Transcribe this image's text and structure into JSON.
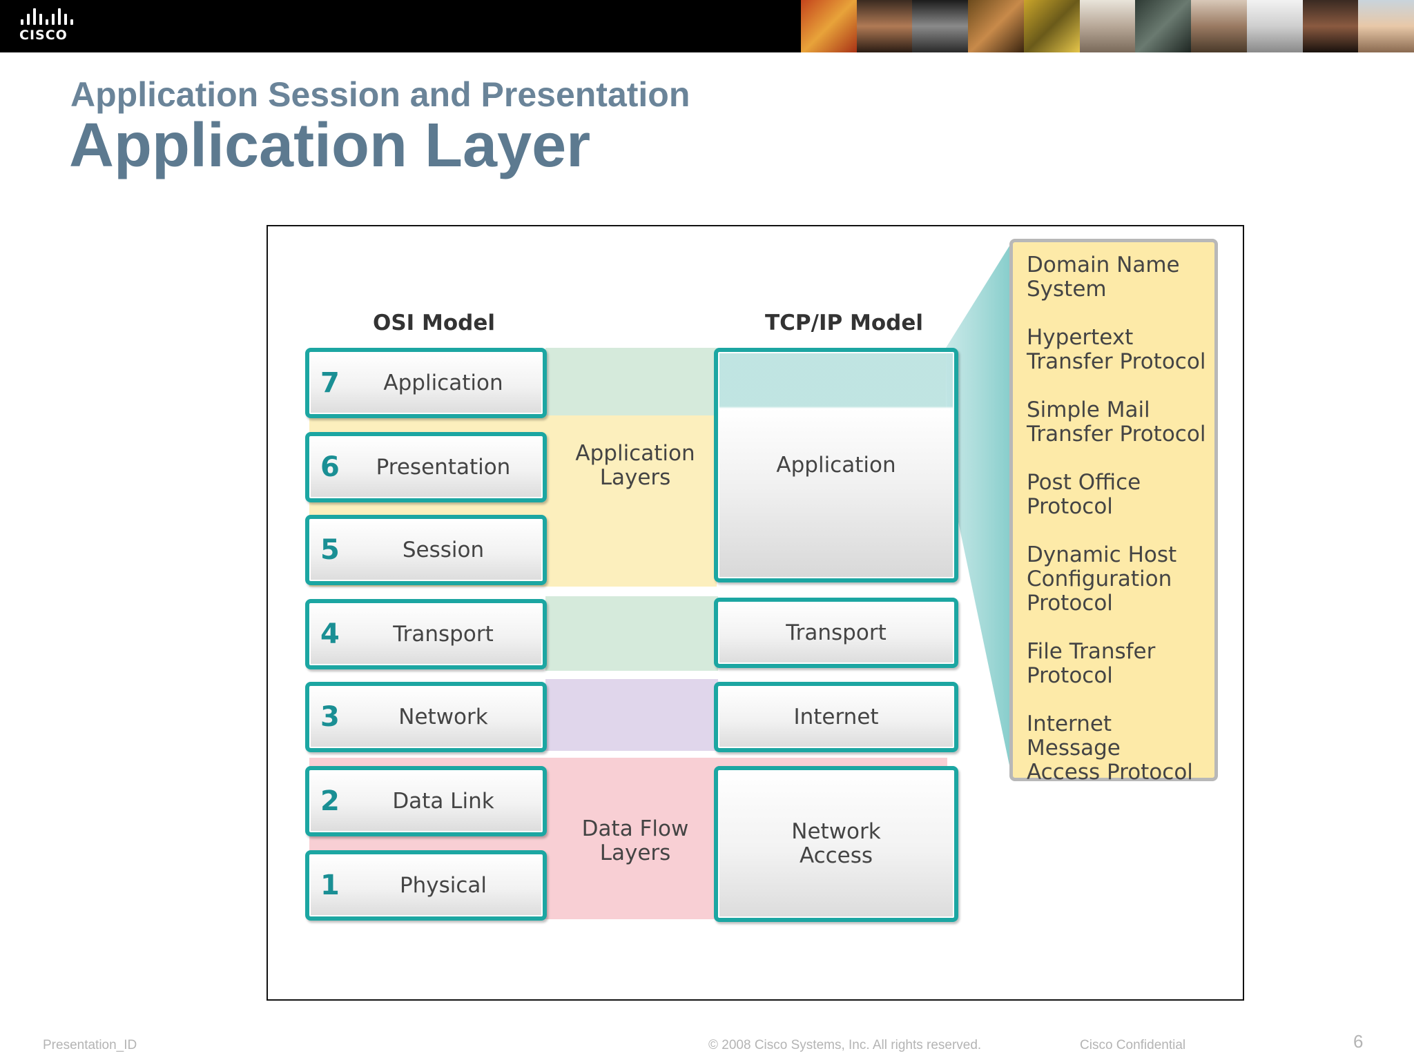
{
  "header": {
    "logo_text": "CISCO"
  },
  "slide": {
    "subtitle": "Application Session and Presentation",
    "title": "Application Layer"
  },
  "diagram": {
    "osi_header": "OSI Model",
    "tcp_header": "TCP/IP Model",
    "osi_layers": [
      {
        "number": "7",
        "name": "Application"
      },
      {
        "number": "6",
        "name": "Presentation"
      },
      {
        "number": "5",
        "name": "Session"
      },
      {
        "number": "4",
        "name": "Transport"
      },
      {
        "number": "3",
        "name": "Network"
      },
      {
        "number": "2",
        "name": "Data Link"
      },
      {
        "number": "1",
        "name": "Physical"
      }
    ],
    "groups": {
      "application_layers": "Application\nLayers",
      "data_flow_layers": "Data Flow\nLayers"
    },
    "tcp_layers": {
      "application": "Application",
      "transport": "Transport",
      "internet": "Internet",
      "network_access": "Network\nAccess"
    },
    "protocols": [
      "Domain Name\nSystem",
      "Hypertext\nTransfer Protocol",
      "Simple Mail\nTransfer Protocol",
      "Post Office\nProtocol",
      "Dynamic Host\nConfiguration\nProtocol",
      "File Transfer\nProtocol",
      "Internet Message\nAccess Protocol"
    ],
    "colors": {
      "box_border": "#1ca6a2",
      "application_band": "#fcefbd",
      "application_top_band": "#d5eadb",
      "transport_band": "#d5eadb",
      "network_band": "#e0d6eb",
      "dataflow_band": "#f8cfd4",
      "protocol_panel": "#fdeaa8"
    }
  },
  "footer": {
    "presentation_id": "Presentation_ID",
    "copyright": "© 2008 Cisco Systems, Inc. All rights reserved.",
    "confidential": "Cisco Confidential",
    "page_number": "6"
  }
}
